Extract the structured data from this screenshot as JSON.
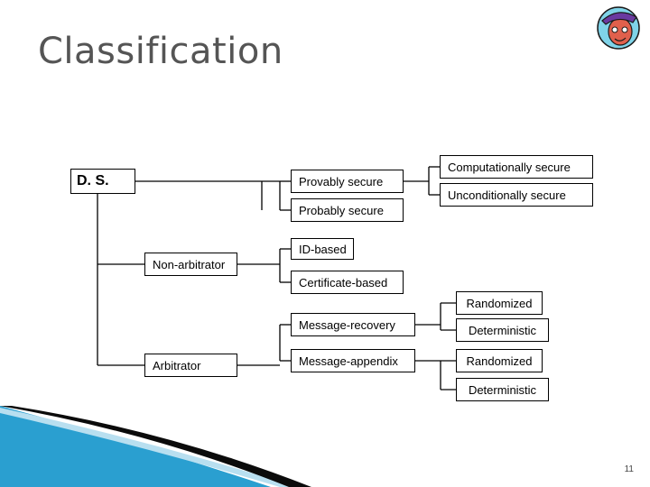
{
  "slide": {
    "title": "Classification",
    "page_number": "11"
  },
  "diagram": {
    "root": "D. S.",
    "non_arbitrator": "Non-arbitrator",
    "arbitrator": "Arbitrator",
    "provably_secure": "Provably secure",
    "probably_secure": "Probably secure",
    "computationally_secure": "Computationally secure",
    "unconditionally_secure": "Unconditionally secure",
    "id_based": "ID-based",
    "certificate_based": "Certificate-based",
    "message_recovery": "Message-recovery",
    "message_appendix": "Message-appendix",
    "randomized_1": "Randomized",
    "deterministic_1": "Deterministic",
    "randomized_2": "Randomized",
    "deterministic_2": "Deterministic"
  },
  "colors": {
    "title": "#555555",
    "lines": "#000000",
    "swoosh_dark": "#0b0b0b",
    "swoosh_blue": "#2a9fd0",
    "swoosh_light": "#b8dff0"
  },
  "icons": {
    "avatar": "cartoon-face-icon"
  }
}
